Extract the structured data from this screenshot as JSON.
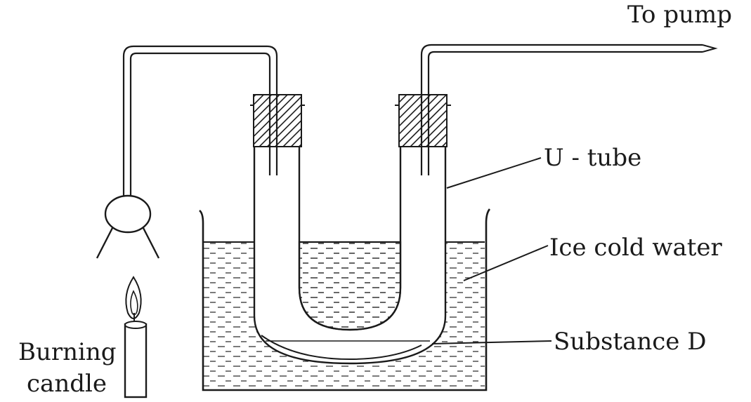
{
  "labels": {
    "to_pump": "To pump",
    "u_tube": "U - tube",
    "ice_cold_water": "Ice cold water",
    "substance_d": "Substance D",
    "burning_line1": "Burning",
    "burning_line2": "candle"
  }
}
